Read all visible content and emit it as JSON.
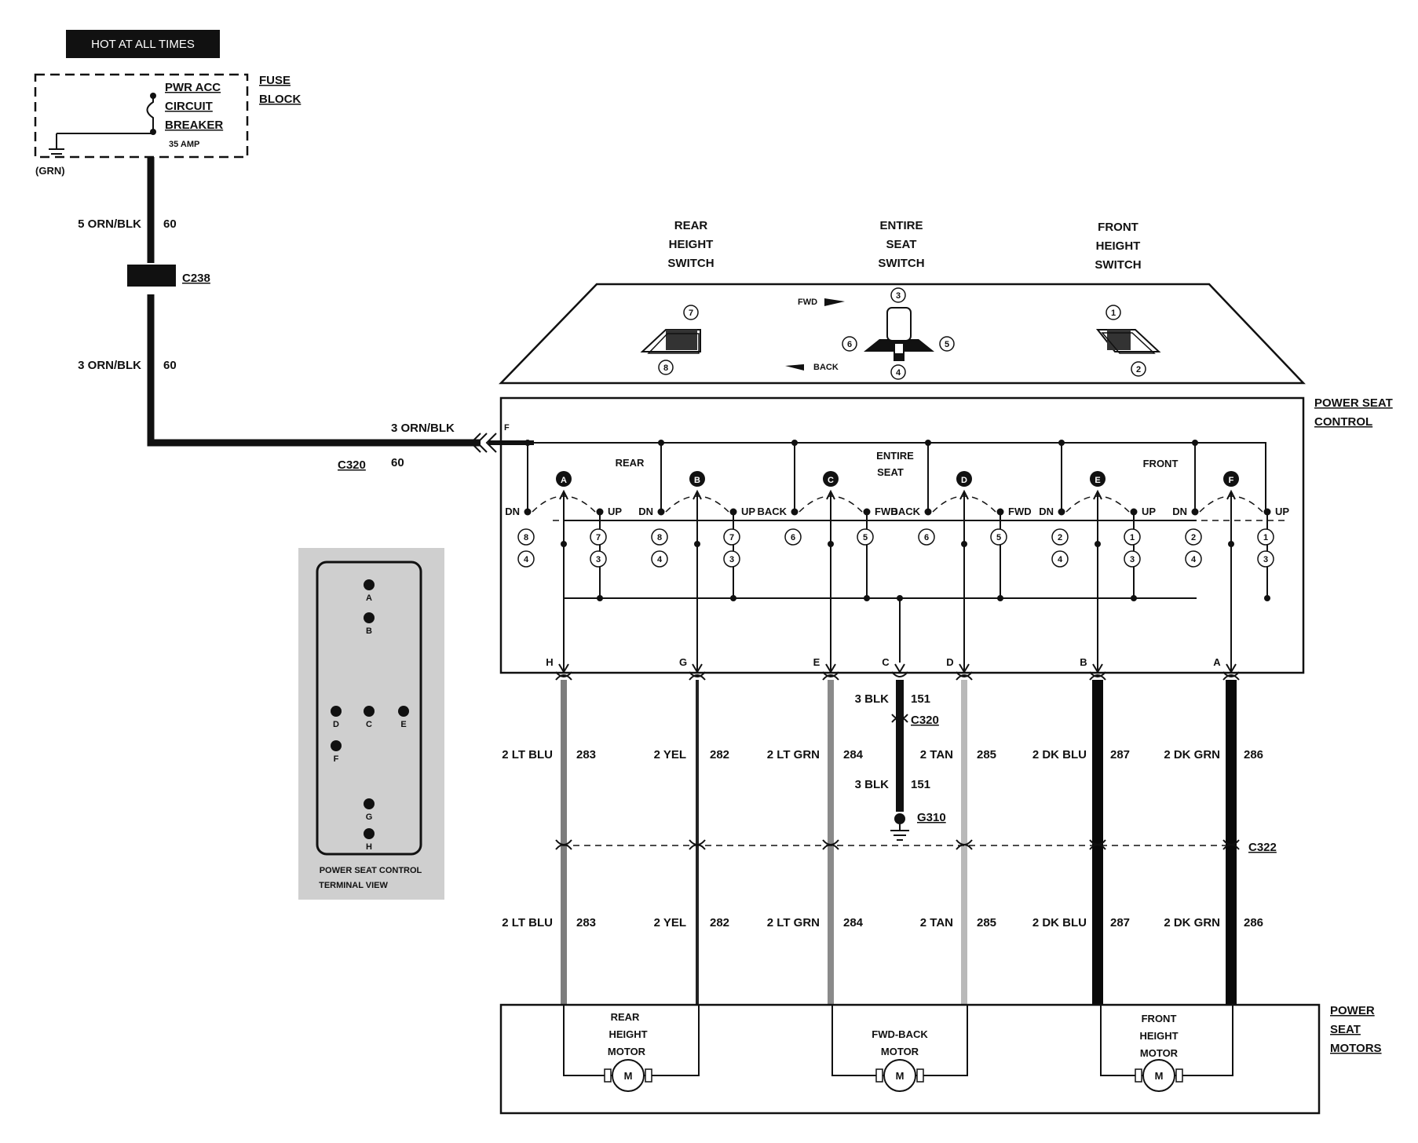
{
  "header": {
    "hot_label": "HOT AT ALL TIMES"
  },
  "fuse_block": {
    "label_lines": [
      "FUSE",
      "BLOCK"
    ],
    "breaker_lines": [
      "PWR ACC",
      "CIRCUIT",
      "BREAKER"
    ],
    "amp": "35 AMP",
    "ground": "(GRN)"
  },
  "feed": {
    "upper_wire": "5 ORN/BLK",
    "upper_circuit": "60",
    "connector_1": "C238",
    "lower_wire": "3 ORN/BLK",
    "lower_circuit": "60",
    "horiz_wire": "3 ORN/BLK",
    "horiz_connector": "C320",
    "horiz_circuit": "60"
  },
  "switch_titles": {
    "rear": [
      "REAR",
      "HEIGHT",
      "SWITCH"
    ],
    "entire": [
      "ENTIRE",
      "SEAT",
      "SWITCH"
    ],
    "front": [
      "FRONT",
      "HEIGHT",
      "SWITCH"
    ]
  },
  "switch_panel": {
    "fwd": "FWD",
    "back": "BACK",
    "rear_pins": [
      "7",
      "8"
    ],
    "entire_pins": [
      "3",
      "4",
      "6",
      "5"
    ],
    "front_pins": [
      "1",
      "2"
    ]
  },
  "control": {
    "label_lines": [
      "POWER SEAT",
      "CONTROL"
    ],
    "f_pin": "F",
    "section_rear": "REAR",
    "section_entire": [
      "ENTIRE",
      "SEAT"
    ],
    "section_front": "FRONT",
    "switch_letters": [
      "A",
      "B",
      "C",
      "D",
      "E",
      "F"
    ],
    "contact_labels": [
      "DN",
      "UP",
      "DN",
      "UP",
      "BACK",
      "FWD",
      "BACK",
      "FWD",
      "DN",
      "UP",
      "DN",
      "UP"
    ],
    "contact_nums_top": [
      "8",
      "7",
      "8",
      "7",
      "6",
      "5",
      "6",
      "5",
      "2",
      "1",
      "2",
      "1"
    ],
    "contact_nums_bottom": [
      "4",
      "3",
      "4",
      "3",
      "",
      "",
      "",
      "",
      "4",
      "3",
      "4",
      "3"
    ],
    "output_pins": [
      "H",
      "G",
      "E",
      "C",
      "D",
      "B",
      "A"
    ]
  },
  "ground_circuit": {
    "wire_upper": "3 BLK",
    "circuit_upper": "151",
    "connector": "C320",
    "wire_lower": "3 BLK",
    "circuit_lower": "151",
    "ground": "G310"
  },
  "wires": [
    {
      "upper": "2 LT BLU",
      "lower": "2 LT BLU",
      "circuit": "283",
      "color": "#7d7d7d"
    },
    {
      "upper": "2 YEL",
      "lower": "2 YEL",
      "circuit": "282",
      "color": "#222222"
    },
    {
      "upper": "2 LT GRN",
      "lower": "2 LT GRN",
      "circuit": "284",
      "color": "#8a8a8a"
    },
    {
      "upper": "2 TAN",
      "lower": "2 TAN",
      "circuit": "285",
      "color": "#b9b9b9"
    },
    {
      "upper": "2 DK BLU",
      "lower": "2 DK BLU",
      "circuit": "287",
      "color": "#0a0a0a"
    },
    {
      "upper": "2 DK GRN",
      "lower": "2 DK GRN",
      "circuit": "286",
      "color": "#0a0a0a"
    }
  ],
  "connector_c322": "C322",
  "motors": {
    "label_lines": [
      "POWER",
      "SEAT",
      "MOTORS"
    ],
    "rear": [
      "REAR",
      "HEIGHT",
      "MOTOR"
    ],
    "fwdback": [
      "FWD-BACK",
      "MOTOR"
    ],
    "front": [
      "FRONT",
      "HEIGHT",
      "MOTOR"
    ],
    "symbol": "M"
  },
  "terminal_view": {
    "label_lines": [
      "POWER SEAT CONTROL",
      "TERMINAL VIEW"
    ],
    "pins": [
      "A",
      "B",
      "D",
      "C",
      "E",
      "F",
      "G",
      "H"
    ]
  }
}
